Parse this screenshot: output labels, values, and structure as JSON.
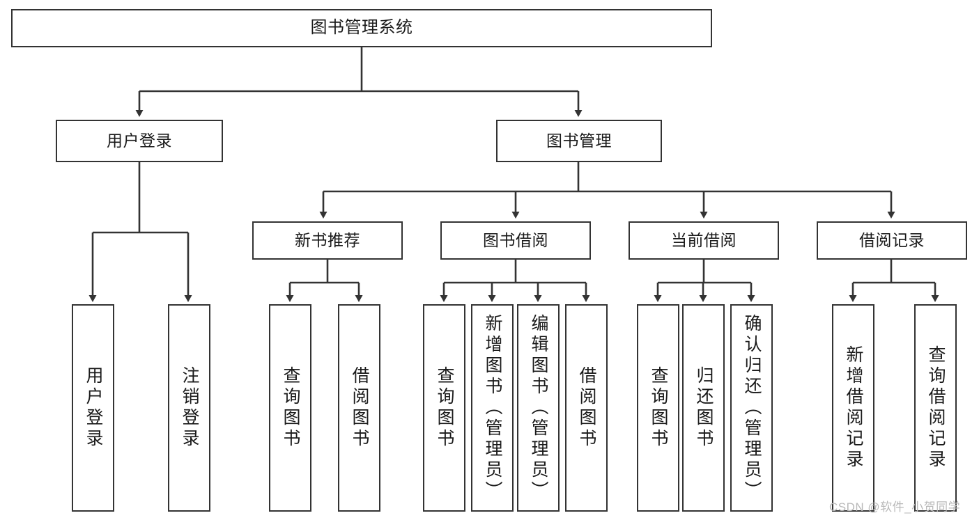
{
  "diagram": {
    "title": "图书管理系统",
    "type": "tree",
    "root": {
      "label": "图书管理系统"
    },
    "level1": [
      {
        "label": "用户登录"
      },
      {
        "label": "图书管理"
      }
    ],
    "level2": [
      {
        "label": "新书推荐"
      },
      {
        "label": "图书借阅"
      },
      {
        "label": "当前借阅"
      },
      {
        "label": "借阅记录"
      }
    ],
    "leaves": {
      "user_login": [
        {
          "label": "用户登录"
        },
        {
          "label": "注销登录"
        }
      ],
      "new_book_recommend": [
        {
          "label": "查询图书"
        },
        {
          "label": "借阅图书"
        }
      ],
      "book_borrow": [
        {
          "label": "查询图书"
        },
        {
          "label": "新增图书（管理员）"
        },
        {
          "label": "编辑图书（管理员）"
        },
        {
          "label": "借阅图书"
        }
      ],
      "current_borrow": [
        {
          "label": "查询图书"
        },
        {
          "label": "归还图书"
        },
        {
          "label": "确认归还（管理员）"
        }
      ],
      "borrow_record": [
        {
          "label": "新增借阅记录"
        },
        {
          "label": "查询借阅记录"
        }
      ]
    }
  },
  "watermark": {
    "text": "CSDN @软件_小贺同学"
  },
  "colors": {
    "border": "#333333",
    "text": "#1a1a1a",
    "background": "#ffffff",
    "watermark": "#b9b9b9"
  }
}
